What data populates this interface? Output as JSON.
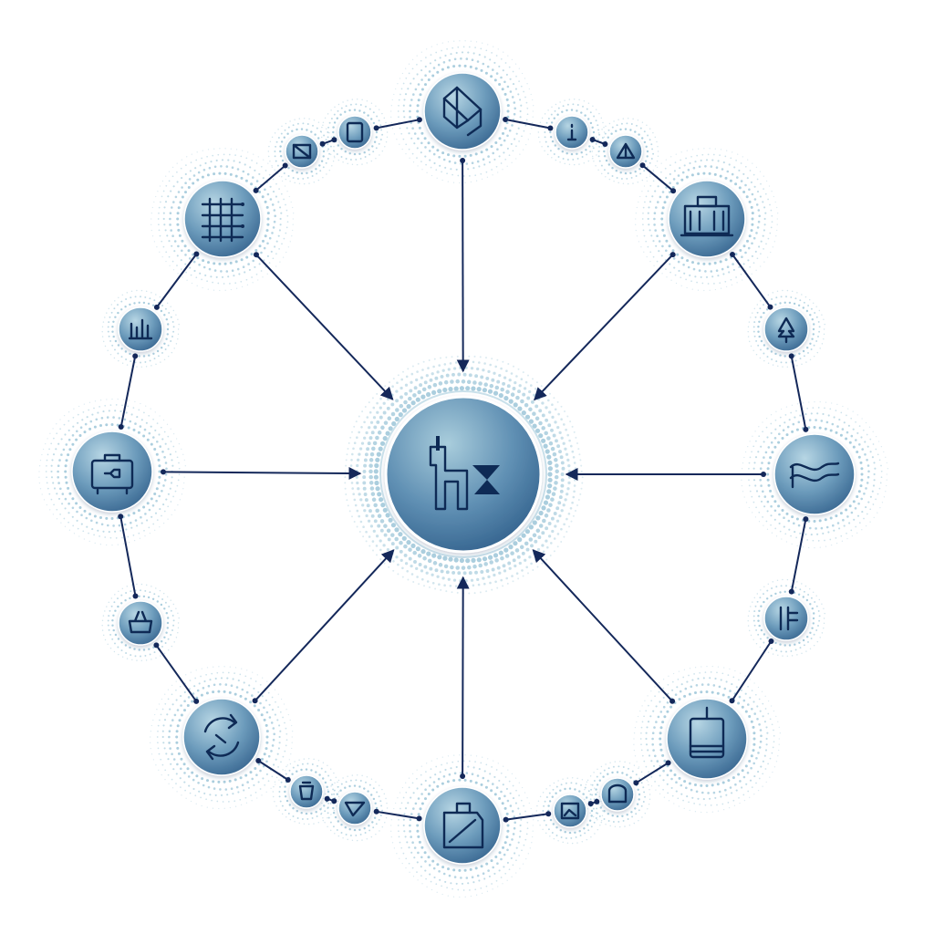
{
  "diagram": {
    "hub": {
      "icon": "hub-route-icon"
    },
    "major_nodes": [
      {
        "id": "top",
        "icon": "prism-icon"
      },
      {
        "id": "top-right",
        "icon": "building-icon"
      },
      {
        "id": "right",
        "icon": "flag-wave-icon"
      },
      {
        "id": "bottom-right",
        "icon": "device-icon"
      },
      {
        "id": "bottom",
        "icon": "package-icon"
      },
      {
        "id": "bottom-left",
        "icon": "cycle-icon"
      },
      {
        "id": "left",
        "icon": "briefcase-icon"
      },
      {
        "id": "top-left",
        "icon": "grid-icon"
      }
    ],
    "minor_nodes": [
      {
        "id": "m1",
        "icon": "document-icon"
      },
      {
        "id": "m2",
        "icon": "info-icon"
      },
      {
        "id": "m3",
        "icon": "tent-icon"
      },
      {
        "id": "m4",
        "icon": "tree-icon"
      },
      {
        "id": "m5",
        "icon": "signpost-icon"
      },
      {
        "id": "m6",
        "icon": "gate-icon"
      },
      {
        "id": "m7",
        "icon": "image-icon"
      },
      {
        "id": "m8",
        "icon": "send-icon"
      },
      {
        "id": "m9",
        "icon": "cup-icon"
      },
      {
        "id": "m10",
        "icon": "basket-icon"
      },
      {
        "id": "m11",
        "icon": "bar-chart-icon"
      },
      {
        "id": "m12",
        "icon": "mail-icon"
      }
    ],
    "colors": {
      "disc_light": "#a8c9da",
      "disc_dark": "#3f6f96",
      "glyph": "#0e2a55",
      "line": "#14285a",
      "halo": "#9cc6d8"
    }
  }
}
